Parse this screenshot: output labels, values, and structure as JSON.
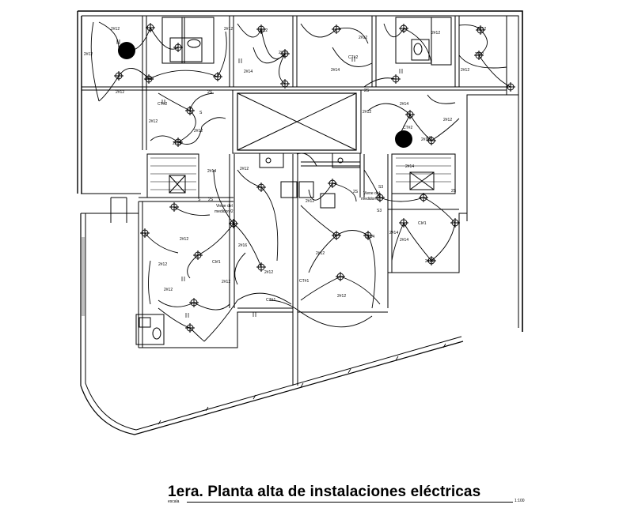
{
  "title": "1era. Planta  alta de instalaciones eléctricas",
  "scale_label": "escala",
  "scale_value": "1:100",
  "labels": {
    "l2x12": "2#12",
    "l2x14": "2#14",
    "l2x16": "2#16",
    "l2s": "2S",
    "s": "S",
    "s3": "S3",
    "ct1": "CT#1",
    "ct2": "CT#2",
    "ci1": "CI#1",
    "ci2": "CI#2",
    "medidor1_a": "Viene del",
    "medidor1_b": "medidor#2",
    "medidor2_a": "Viene del",
    "medidor2_b": "medidor#2"
  }
}
